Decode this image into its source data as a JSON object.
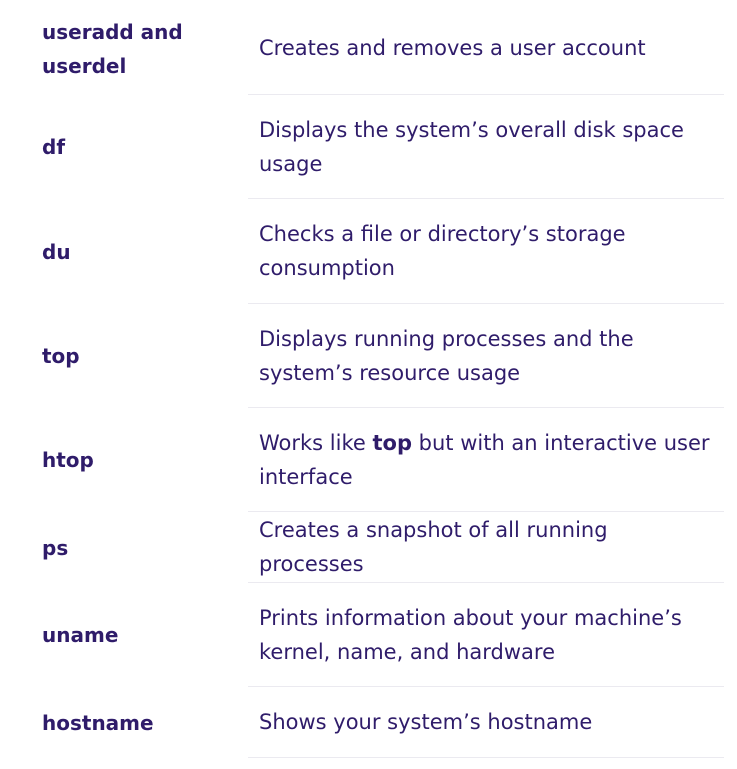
{
  "rows": [
    {
      "command": "useradd and userdel",
      "description": "Creates and removes a user account"
    },
    {
      "command": "df",
      "description": "Displays the system’s overall disk space usage"
    },
    {
      "command": "du",
      "description": "Checks a file or directory’s storage consumption"
    },
    {
      "command": "top",
      "description": "Displays running processes and the system’s resource usage"
    },
    {
      "command": "htop",
      "description_before": "Works like ",
      "description_bold": "top",
      "description_after": " but with an interactive user interface"
    },
    {
      "command": "ps",
      "description": "Creates a snapshot of all running processes"
    },
    {
      "command": "uname",
      "description": "Prints information about your machine’s kernel, name, and hardware"
    },
    {
      "command": "hostname",
      "description": "Shows your system’s hostname"
    }
  ],
  "colors": {
    "text": "#2f1c6a",
    "divider": "#ebeaf0",
    "background": "#ffffff"
  }
}
